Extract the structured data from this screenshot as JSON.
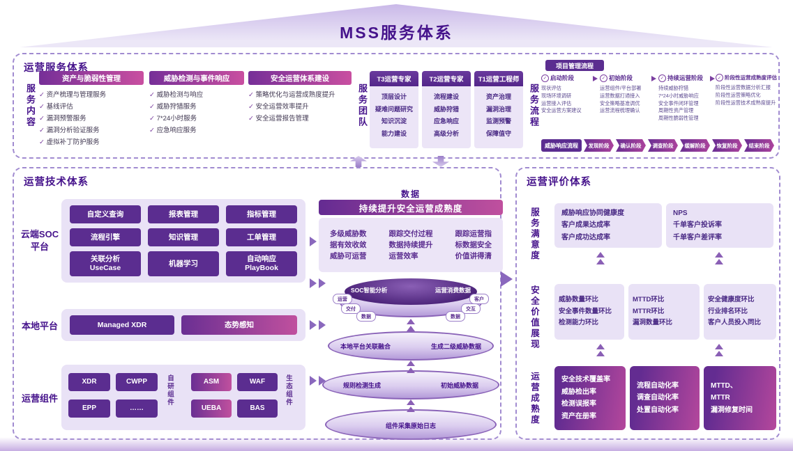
{
  "title": "MSS服务体系",
  "colors": {
    "primary": "#5b2d90",
    "accent_pink": "#c94fa0",
    "lavender": "#e9e2f6",
    "deep": "#45128b"
  },
  "service": {
    "title": "运营服务体系",
    "content_label": "服务内容",
    "team_label": "服务团队",
    "process_label": "服务流程",
    "columns": [
      {
        "header": "资产与脆弱性管理",
        "items": [
          "资产梳理与管理服务",
          "基线评估",
          "漏洞预警服务",
          "漏洞分析验证服务",
          "虚拟补丁防护服务"
        ]
      },
      {
        "header": "威胁检测与事件响应",
        "items": [
          "威胁检测与响应",
          "威胁狩猎服务",
          "7*24小时服务",
          "应急响应服务"
        ]
      },
      {
        "header": "安全运营体系建设",
        "items": [
          "策略优化与运营成熟度提升",
          "安全运营效率提升",
          "安全运营报告管理"
        ]
      }
    ],
    "teams": [
      {
        "header": "T3运营专家",
        "items": [
          "顶层设计",
          "疑难问题研究",
          "知识沉淀",
          "能力建设"
        ]
      },
      {
        "header": "T2运营专家",
        "items": [
          "流程建设",
          "威胁狩猎",
          "应急响应",
          "高级分析"
        ]
      },
      {
        "header": "T1运营工程师",
        "items": [
          "资产治理",
          "漏洞治理",
          "监测预警",
          "保障值守"
        ]
      }
    ],
    "project_flow": {
      "header": "项目管理流程",
      "stages": [
        {
          "name": "启动阶段",
          "items": "现状评估\n现场环境调研\n运营接入评估\n安全运营方案建议"
        },
        {
          "name": "初始阶段",
          "items": "运营组件/平台部署\n运营数据打通接入\n安全策略基准调优\n运营流程梳理确认"
        },
        {
          "name": "持续运营阶段",
          "items": "持续威胁狩猎\n7*24小时威胁响应\n安全事件闭环管理\n周期性资产管理\n周期性脆弱性管理"
        },
        {
          "name": "阶段性运营成熟度评估",
          "items": "阶段性运营数据分析汇报\n阶段性运营策略优化\n阶段性运营技术成熟度提升"
        }
      ]
    },
    "threat_flow": {
      "label": "威胁响应流程",
      "stages": [
        "发现阶段",
        "确认阶段",
        "调查阶段",
        "缓解阶段",
        "恢复阶段",
        "结束阶段"
      ]
    }
  },
  "tech": {
    "title": "运营技术体系",
    "cloud_label": "云端SOC\n平台",
    "cloud_boxes": [
      "自定义查询",
      "报表管理",
      "指标管理",
      "流程引擎",
      "知识管理",
      "工单管理",
      "关联分析\nUseCase",
      "机器学习",
      "自动响应\nPlayBook"
    ],
    "local_label": "本地平台",
    "local_boxes": [
      "Managed XDR",
      "态势感知"
    ],
    "comp_label": "运营组件",
    "self_label": "自研组件",
    "self_boxes": [
      "XDR",
      "CWPP",
      "EPP",
      "……"
    ],
    "eco_label": "生态组件",
    "eco_boxes": [
      "ASM",
      "WAF",
      "UEBA",
      "BAS"
    ]
  },
  "stack": {
    "label": "数据",
    "header": "持续提升安全运营成熟度",
    "benefits": [
      "多级威胁数\n据有效收敛\n威胁可运营",
      "跟踪交付过程\n数据持续提升\n运营效率",
      "跟踪运营指\n标数据安全\n价值讲得清"
    ],
    "tier1": {
      "left": "SOC智能分析",
      "right": "运营消费数据",
      "chips": [
        "运营",
        "交付",
        "数据",
        "客户",
        "交互",
        "数据"
      ]
    },
    "tier2": {
      "left": "本地平台关联融合",
      "right": "生成二级威胁数据"
    },
    "tier3": {
      "left": "规则检测生成",
      "right": "初始威胁数据"
    },
    "tier4": {
      "center": "组件采集原始日志"
    }
  },
  "evaluation": {
    "title": "运营评价体系",
    "rows": [
      {
        "label": "服务满意度",
        "boxes": [
          "威胁响应协同健康度\n客户成果达成率\n客户成功达成率",
          "NPS\n千单客户投诉率\n千单客户差评率"
        ]
      },
      {
        "label": "安全价值展现",
        "boxes": [
          "威胁数量环比\n安全事件数量环比\n检测能力环比",
          "MTTD环比\nMTTR环比\n漏洞数量环比",
          "安全健康度环比\n行业排名环比\n客户人员投入同比"
        ]
      },
      {
        "label": "运营成熟度",
        "boxes": [
          "安全技术覆盖率\n威胁检出率\n检测误报率\n资产在册率",
          "流程自动化率\n调查自动化率\n处置自动化率",
          "MTTD、\nMTTR\n漏洞修复时间"
        ]
      }
    ]
  }
}
